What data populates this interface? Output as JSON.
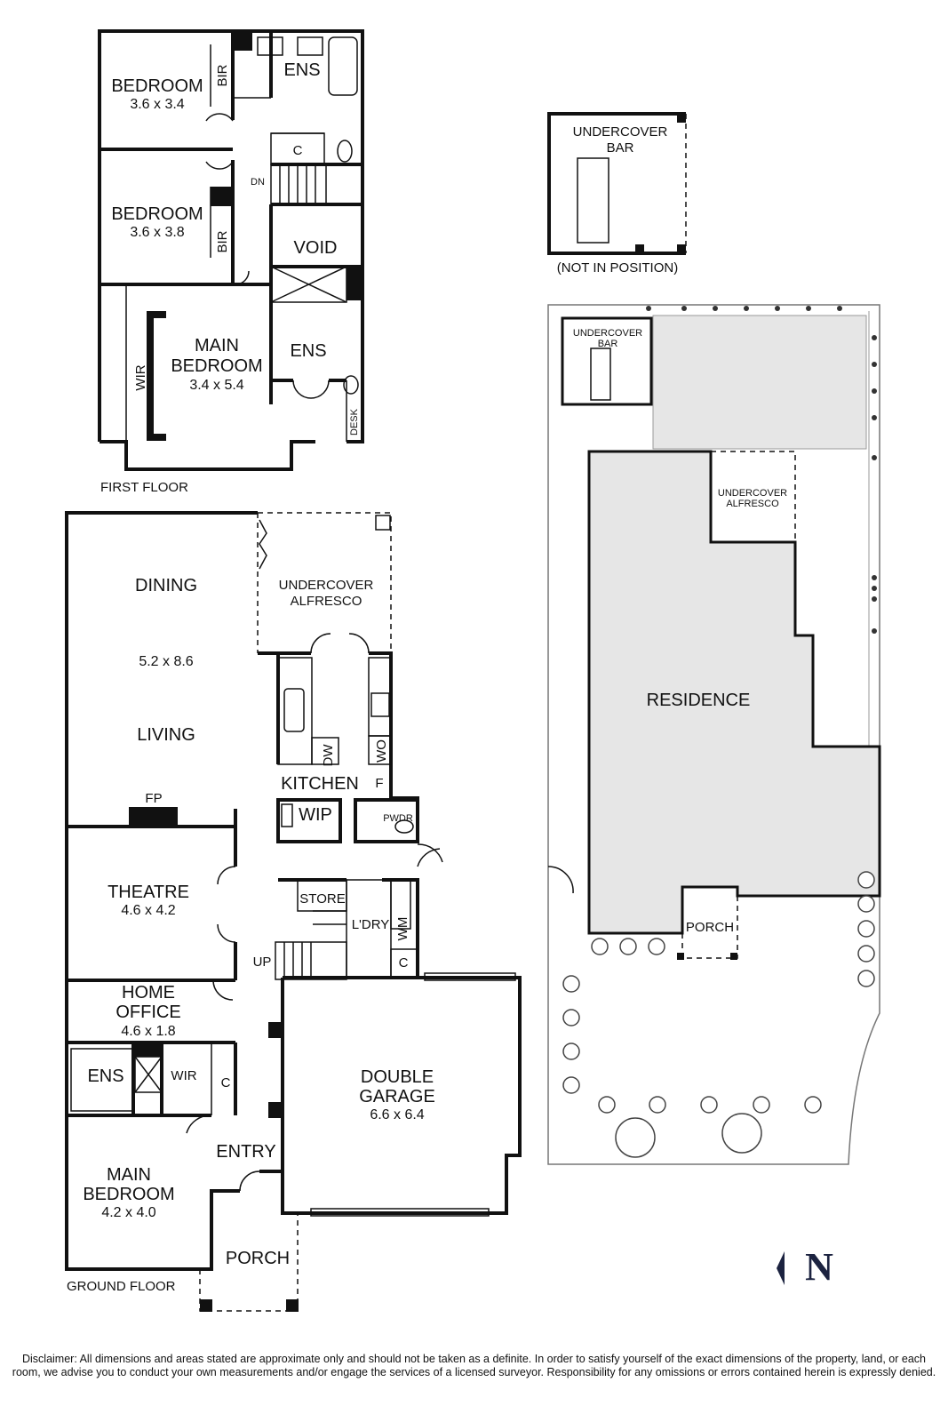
{
  "first_floor": {
    "title": "FIRST FLOOR",
    "rooms": {
      "bedroom1": {
        "name": "BEDROOM",
        "dims": "3.6 x 3.4"
      },
      "bedroom2": {
        "name": "BEDROOM",
        "dims": "3.6 x 3.8"
      },
      "main_bedroom": {
        "name1": "MAIN",
        "name2": "BEDROOM",
        "dims": "3.4 x 5.4"
      },
      "bir1": "BIR",
      "bir2": "BIR",
      "ens1": "ENS",
      "ens2": "ENS",
      "c": "C",
      "dn": "DN",
      "void": "VOID",
      "wir": "WIR",
      "desk": "DESK"
    }
  },
  "ground_floor": {
    "title": "GROUND FLOOR",
    "rooms": {
      "dining": "DINING",
      "dims_living": "5.2 x 8.6",
      "living": "LIVING",
      "alfresco1": "UNDERCOVER",
      "alfresco2": "ALFRESCO",
      "kitchen": "KITCHEN",
      "dw": "DW",
      "wo": "WO",
      "f": "F",
      "wip": "WIP",
      "pwdr": "PWDR",
      "fp": "FP",
      "theatre": {
        "name": "THEATRE",
        "dims": "4.6 x 4.2"
      },
      "store": "STORE",
      "ldry": "L'DRY",
      "wm": "WM",
      "c1": "C",
      "up": "UP",
      "home_office": {
        "name1": "HOME",
        "name2": "OFFICE",
        "dims": "4.6 x 1.8"
      },
      "ens": "ENS",
      "wir": "WIR",
      "c2": "C",
      "entry": "ENTRY",
      "garage": {
        "name1": "DOUBLE",
        "name2": "GARAGE",
        "dims": "6.6 x 6.4"
      },
      "main_bedroom": {
        "name1": "MAIN",
        "name2": "BEDROOM",
        "dims": "4.2 x 4.0"
      },
      "porch": "PORCH"
    }
  },
  "undercover_bar": {
    "name1": "UNDERCOVER",
    "name2": "BAR",
    "note": "(NOT IN POSITION)"
  },
  "site_plan": {
    "bar1": "UNDERCOVER",
    "bar2": "BAR",
    "alfresco1": "UNDERCOVER",
    "alfresco2": "ALFRESCO",
    "residence": "RESIDENCE",
    "porch": "PORCH",
    "residence_fill": "#e6e6e6"
  },
  "north": {
    "label": "N",
    "color": "#1c2340"
  },
  "disclaimer": "Disclaimer: All dimensions and areas stated are approximate only and should not be taken as a definite. In order to satisfy yourself of the exact dimensions of the property, land, or each room, we advise you to conduct your own measurements and/or engage the services of a licensed surveyor. Responsibility for any omissions or errors contained herein is expressly denied."
}
